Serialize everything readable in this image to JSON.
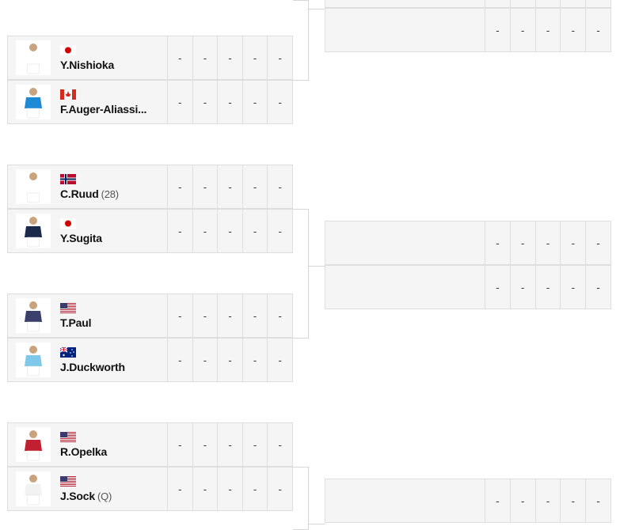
{
  "matches": [
    {
      "players": [
        {
          "name": "Y.Nishioka",
          "seed": "",
          "flag": "jp",
          "scores": [
            "-",
            "-",
            "-",
            "-",
            "-"
          ]
        },
        {
          "name": "F.Auger-Aliassi...",
          "seed": "",
          "flag": "ca",
          "scores": [
            "-",
            "-",
            "-",
            "-",
            "-"
          ]
        }
      ]
    },
    {
      "players": [
        {
          "name": "C.Ruud",
          "seed": "(28)",
          "flag": "no",
          "scores": [
            "-",
            "-",
            "-",
            "-",
            "-"
          ]
        },
        {
          "name": "Y.Sugita",
          "seed": "",
          "flag": "jp",
          "scores": [
            "-",
            "-",
            "-",
            "-",
            "-"
          ]
        }
      ]
    },
    {
      "players": [
        {
          "name": "T.Paul",
          "seed": "",
          "flag": "us",
          "scores": [
            "-",
            "-",
            "-",
            "-",
            "-"
          ]
        },
        {
          "name": "J.Duckworth",
          "seed": "",
          "flag": "au",
          "scores": [
            "-",
            "-",
            "-",
            "-",
            "-"
          ]
        }
      ]
    },
    {
      "players": [
        {
          "name": "R.Opelka",
          "seed": "",
          "flag": "us",
          "scores": [
            "-",
            "-",
            "-",
            "-",
            "-"
          ]
        },
        {
          "name": "J.Sock",
          "seed": "(Q)",
          "flag": "us",
          "scores": [
            "-",
            "-",
            "-",
            "-",
            "-"
          ]
        }
      ]
    }
  ],
  "next_round": [
    {
      "scores": [
        "-",
        "-",
        "-",
        "-",
        "-"
      ]
    },
    {
      "scores": [
        "-",
        "-",
        "-",
        "-",
        "-"
      ]
    },
    {
      "scores": [
        "-",
        "-",
        "-",
        "-",
        "-"
      ]
    },
    {
      "scores": [
        "-",
        "-",
        "-",
        "-",
        "-"
      ]
    }
  ],
  "colors": {
    "row_bg": "#f5f5f5",
    "border": "#dedede"
  }
}
